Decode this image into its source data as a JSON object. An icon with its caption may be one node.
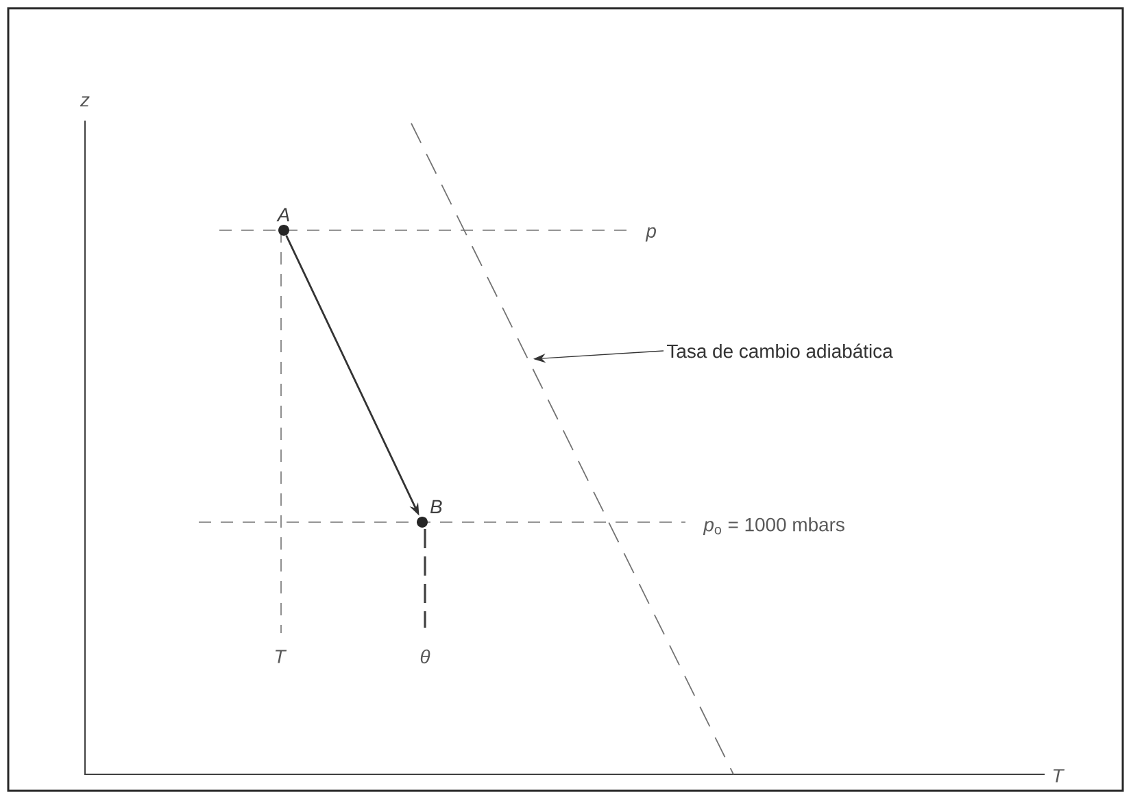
{
  "diagram": {
    "nodes": [
      {
        "text": [
          "A"
        ]
      },
      {
        "text": [
          "B"
        ]
      },
      {
        "text": [
          "Tasa de cambio adiabática"
        ]
      }
    ],
    "edges": [
      {
        "from": 0,
        "to": 1,
        "arrow": "to"
      },
      {
        "from": 2,
        "to": null,
        "arrow": "to"
      }
    ],
    "labels": [
      "z",
      "p",
      "*p*$_{o}$ = 1000 mbars",
      "T",
      "θ",
      "T"
    ]
  }
}
